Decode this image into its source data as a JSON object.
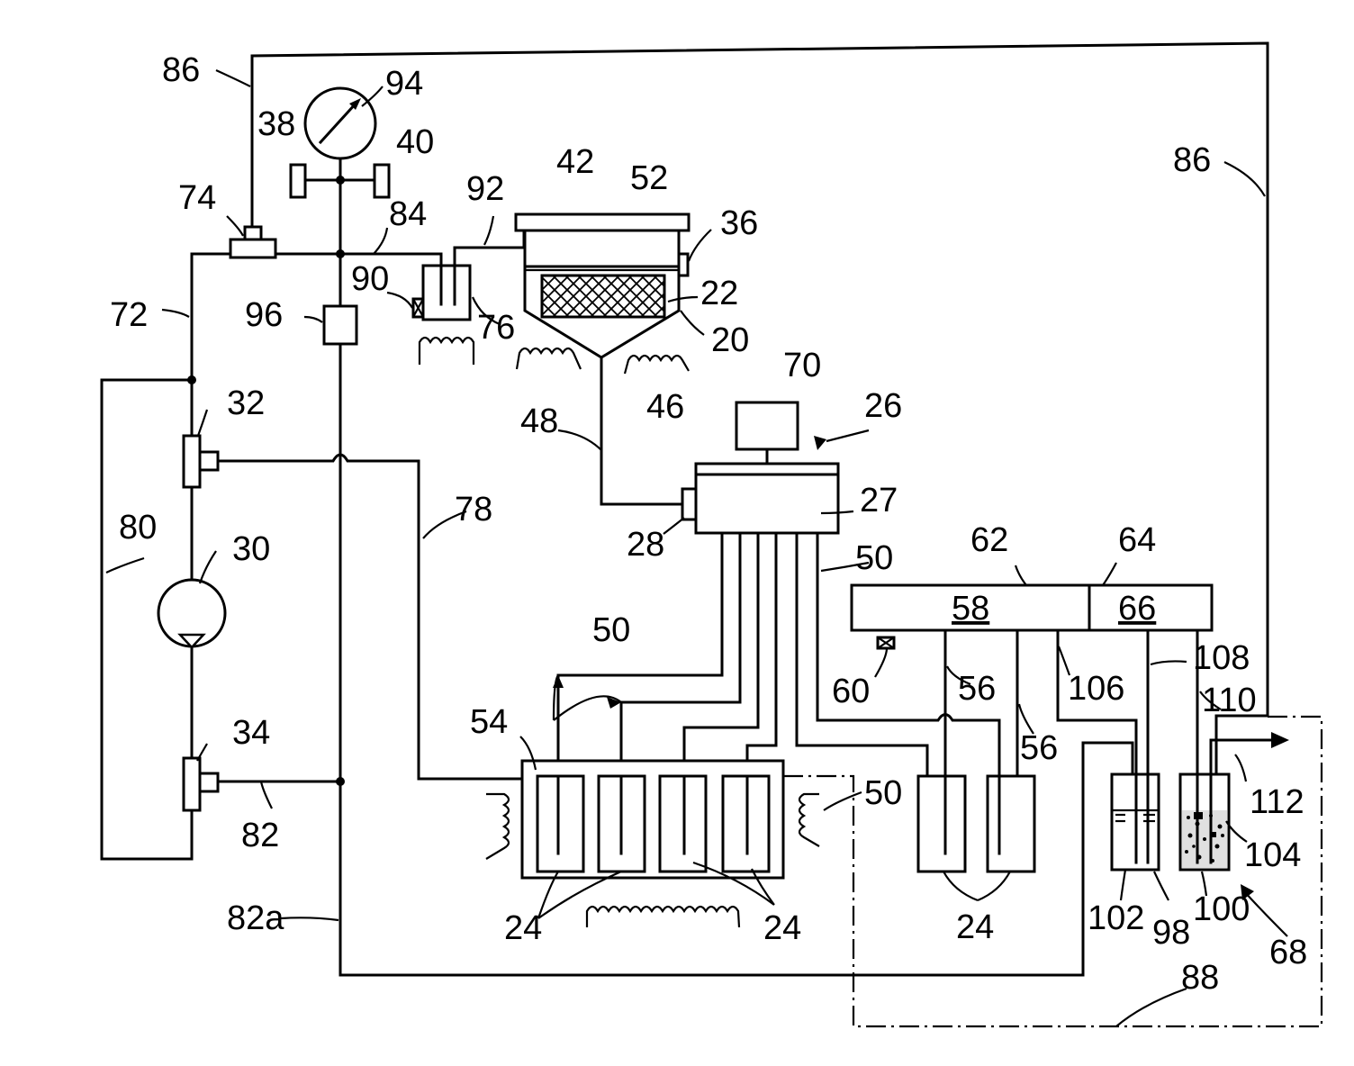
{
  "figure": {
    "labels": {
      "l20": "20",
      "l22": "22",
      "l24a": "24",
      "l24b": "24",
      "l24c": "24",
      "l26": "26",
      "l27": "27",
      "l28": "28",
      "l30": "30",
      "l32": "32",
      "l34": "34",
      "l36": "36",
      "l38": "38",
      "l40": "40",
      "l42": "42",
      "l46": "46",
      "l48": "48",
      "l50a": "50",
      "l50b": "50",
      "l50c": "50",
      "l52": "52",
      "l54": "54",
      "l56a": "56",
      "l56b": "56",
      "l58": "58",
      "l60": "60",
      "l62": "62",
      "l64": "64",
      "l66": "66",
      "l68": "68",
      "l70": "70",
      "l72": "72",
      "l74": "74",
      "l76": "76",
      "l78": "78",
      "l80": "80",
      "l82": "82",
      "l82a": "82a",
      "l84": "84",
      "l86a": "86",
      "l86b": "86",
      "l88": "88",
      "l90": "90",
      "l92": "92",
      "l94": "94",
      "l96": "96",
      "l98": "98",
      "l100": "100",
      "l102": "102",
      "l104": "104",
      "l106": "106",
      "l108": "108",
      "l110": "110",
      "l112": "112"
    }
  }
}
